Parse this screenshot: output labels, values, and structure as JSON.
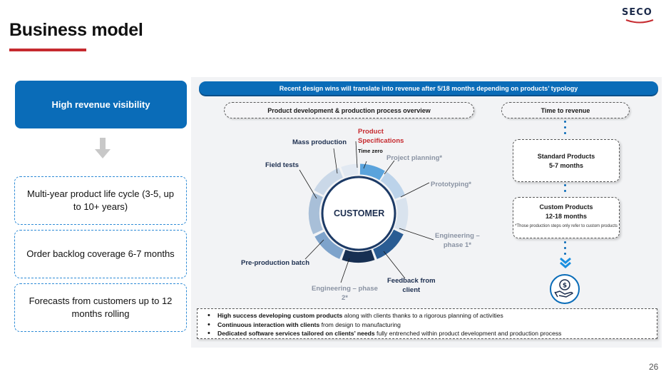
{
  "header": {
    "title": "Business model",
    "logo_text": "SECO",
    "page_number": "26"
  },
  "left": {
    "highlight": "High revenue visibility",
    "items": [
      "Multi-year product life cycle (3-5, up to 10+ years)",
      "Order backlog coverage 6-7 months",
      "Forecasts from customers up to 12 months rolling"
    ]
  },
  "panel": {
    "banner": "Recent design wins will translate into revenue after 5/18 months depending on products’ typology",
    "process_title": "Product development & production process overview",
    "revenue_title": "Time to revenue",
    "customer": "CUSTOMER",
    "steps": {
      "spec_line1": "Product",
      "spec_line2": "Specifications",
      "time_zero": "Time zero",
      "project_planning": "Project planning*",
      "prototyping": "Prototyping*",
      "engineering1_line1": "Engineering –",
      "engineering1_line2": "phase 1*",
      "feedback_line1": "Feedback from",
      "feedback_line2": "client",
      "engineering2_line1": "Engineering – phase",
      "engineering2_line2": "2*",
      "preproduction": "Pre-production batch",
      "field_tests": "Field tests",
      "mass_production": "Mass production"
    },
    "revenue_cards": [
      {
        "line1": "Standard Products",
        "line2": "5-7 months"
      },
      {
        "line1": "Custom Products",
        "line2": "12-18 months",
        "note": "*Those production steps only refer to custom products"
      }
    ],
    "bullets": [
      {
        "bold": "High success developing custom products",
        "rest": " along with clients thanks to a rigorous planning of activities"
      },
      {
        "bold": "Continuous interaction with clients",
        "rest": " from design to manufacturing"
      },
      {
        "bold": "Dedicated software services tailored on clients’ needs",
        "rest": " fully entrenched within product development and production process"
      }
    ]
  },
  "colors": {
    "brand_blue": "#0a6cb8",
    "accent_red": "#c62a2f",
    "navy": "#1c2e4f"
  },
  "icons": [
    "down-arrow-icon",
    "chevron-down-icon",
    "money-hand-icon",
    "seco-logo"
  ]
}
